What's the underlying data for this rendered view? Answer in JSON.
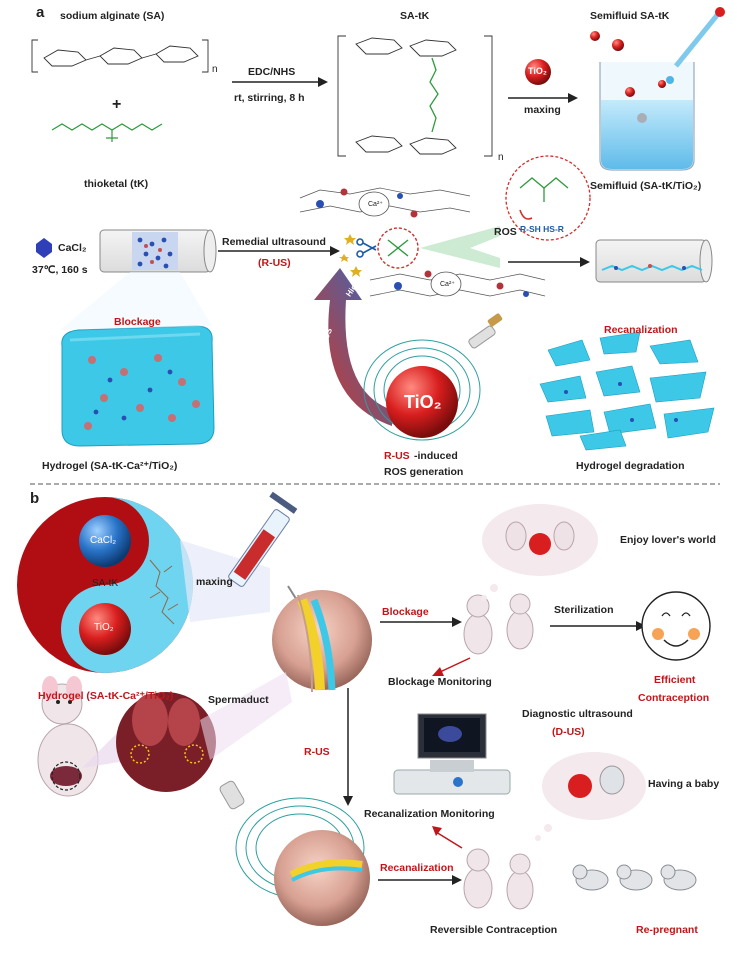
{
  "panel_a": {
    "letter": "a",
    "sa_title": "sodium alginate (SA)",
    "sa_subscript": "n",
    "plus": "+",
    "tk_label": "thioketal (tK)",
    "reagents": "EDC/NHS",
    "conditions": "rt, stirring, 8 h",
    "satk_title": "SA-tK",
    "satk_subscript": "n",
    "tio2": "TiO₂",
    "maxing": "maxing",
    "semifluid_top": "Semifluid SA-tK",
    "semifluid_bottom": "Semifluid (SA-tK/TiO₂)",
    "cacl2": "CaCl₂",
    "temp_time": "37℃, 160 s",
    "remedial": "Remedial ultrasound",
    "rus": "(R-US)",
    "ros": "ROS",
    "ros_arrow": "ROS",
    "high": "High",
    "rsh": "R-SH  HS-R",
    "ca2": "Ca²⁺",
    "blockage": "Blockage",
    "recanalization": "Recanalization",
    "hydrogel_label": "Hydrogel (SA-tK-Ca²⁺/TiO₂)",
    "rus_induced_1": "R-US",
    "rus_induced_2": "-induced",
    "ros_generation": "ROS generation",
    "degradation": "Hydrogel degradation"
  },
  "panel_b": {
    "letter": "b",
    "cacl2": "CaCl₂",
    "satk": "SA-tK",
    "tio2": "TiO₂",
    "maxing": "maxing",
    "hydrogel_label": "Hydrogel (SA-tK-Ca²⁺/TiO₂)",
    "spermaduct": "Spermaduct",
    "blockage": "Blockage",
    "sterilization": "Sterilization",
    "enjoy": "Enjoy lover's  world",
    "efficient_1": "Efficient",
    "efficient_2": "Contraception",
    "blockage_monitoring": "Blockage Monitoring",
    "diagnostic": "Diagnostic ultrasound",
    "dus": "(D-US)",
    "rus": "R-US",
    "recan_monitoring": "Recanalization Monitoring",
    "having_baby": "Having a baby",
    "recanalization": "Recanalization",
    "reversible": "Reversible Contraception",
    "repregnant": "Re-pregnant"
  },
  "colors": {
    "accent_red": "#c0161b",
    "tio2_red": "#d81e1e",
    "hydrogel_cyan": "#3cc8e6",
    "ros_green": "#3aa85a"
  }
}
